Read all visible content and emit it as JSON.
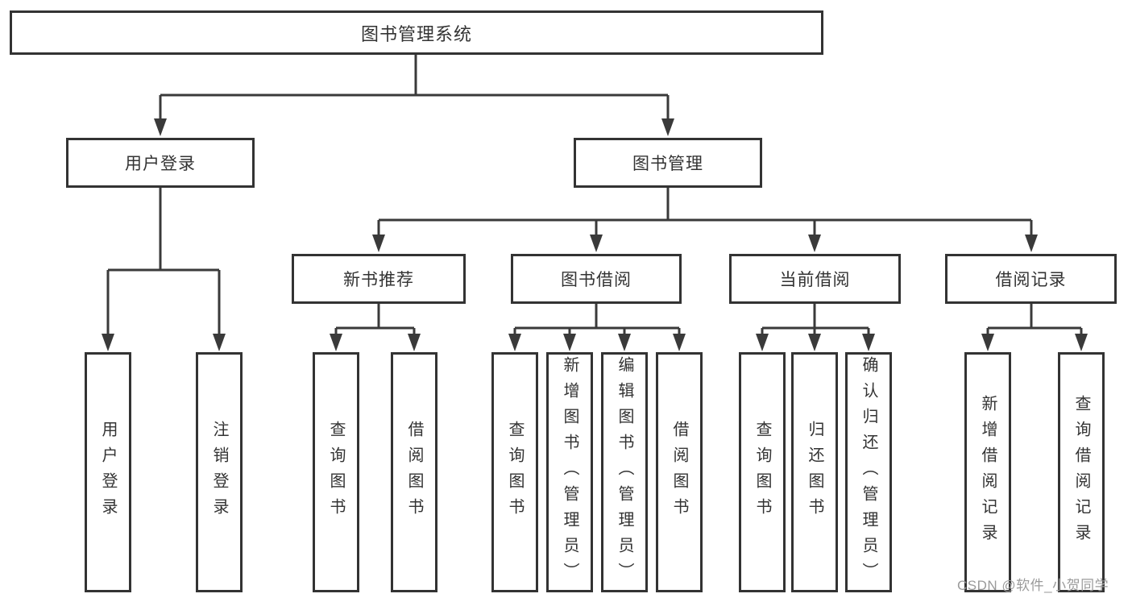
{
  "nodes": {
    "root": "图书管理系统",
    "l2": [
      "用户登录",
      "图书管理"
    ],
    "l3": [
      "新书推荐",
      "图书借阅",
      "当前借阅",
      "借阅记录"
    ],
    "leaves": [
      "用户登录",
      "注销登录",
      "查询图书",
      "借阅图书",
      "查询图书",
      "新增图书（管理员）",
      "编辑图书（管理员）",
      "借阅图书",
      "查询图书",
      "归还图书",
      "确认归还（管理员）",
      "新增借阅记录",
      "查询借阅记录"
    ]
  },
  "hierarchy": {
    "图书管理系统": [
      "用户登录",
      "图书管理"
    ],
    "用户登录": [
      "用户登录",
      "注销登录"
    ],
    "图书管理": [
      "新书推荐",
      "图书借阅",
      "当前借阅",
      "借阅记录"
    ],
    "新书推荐": [
      "查询图书",
      "借阅图书"
    ],
    "图书借阅": [
      "查询图书",
      "新增图书（管理员）",
      "编辑图书（管理员）",
      "借阅图书"
    ],
    "当前借阅": [
      "查询图书",
      "归还图书",
      "确认归还（管理员）"
    ],
    "借阅记录": [
      "新增借阅记录",
      "查询借阅记录"
    ]
  },
  "colors": {
    "line": "#3a3a3a",
    "box_border": "#333333",
    "box_fill": "#ffffff",
    "text": "#333333",
    "watermark": "#9b9b9b",
    "background": "#ffffff"
  },
  "watermark": {
    "label": "CSDN @软件_小贺同学"
  }
}
